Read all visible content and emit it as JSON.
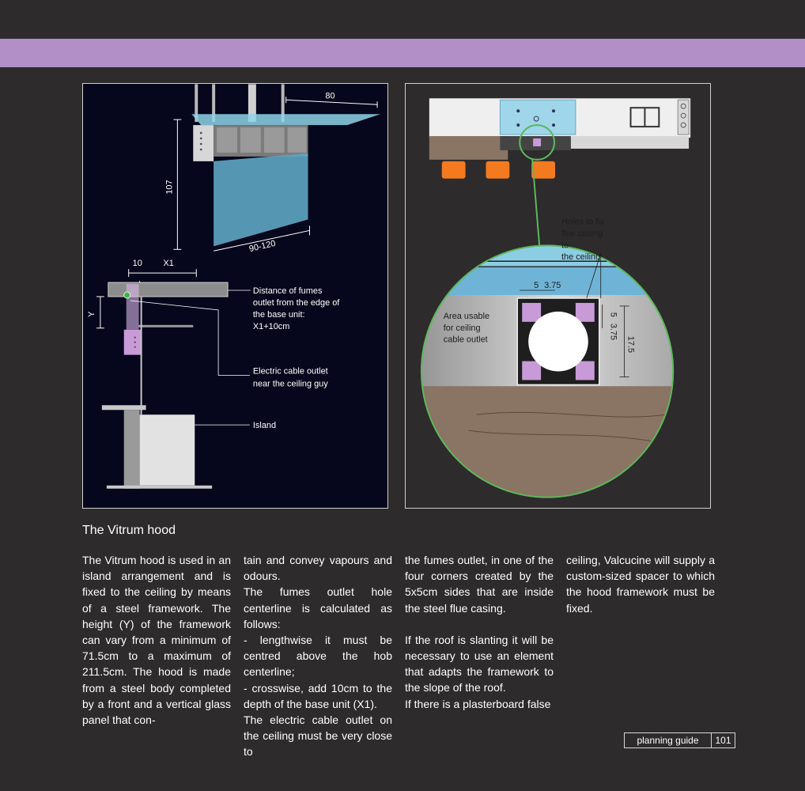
{
  "diagram_left": {
    "dim_80": "80",
    "dim_107": "107",
    "dim_90_120": "90-120",
    "dim_10": "10",
    "dim_x1": "X1",
    "dim_y": "Y",
    "label_fumes": [
      "Distance of fumes",
      "outlet from the edge of",
      "the base unit:",
      "X1+10cm"
    ],
    "label_cable": [
      "Electric cable outlet",
      "near the ceiling guy"
    ],
    "label_island": "Island"
  },
  "diagram_right": {
    "label_holes": [
      "Holes to fix",
      "flue casing",
      "to",
      "the ceiling"
    ],
    "label_area": [
      "Area usable",
      "for ceiling",
      "cable outlet"
    ],
    "dim_5": "5",
    "dim_375": "3.75",
    "dim_175": "17.5"
  },
  "article": {
    "title": "The Vitrum hood",
    "col1": "The Vitrum hood is used in an island arrangement and is fixed to the ceiling by means of a steel framework. The height (Y) of the framework can vary from a minimum of 71.5cm to a maximum of 211.5cm. The hood is made from a steel body completed by a front and a vertical glass panel  that con-",
    "col2": [
      "tain and convey vapours and odours.",
      "The fumes outlet hole centerline is calculated as follows:",
      "- lengthwise it must be centred above the hob centerline;",
      "- crosswise, add 10cm to the depth of the base unit (X1).",
      "The electric cable outlet on the ceiling must be very close to"
    ],
    "col3a": "the fumes outlet, in one of the four corners created by the 5x5cm sides that are inside the steel flue casing.",
    "col3b": "If the roof is slanting it will be necessary to use an element that adapts the framework to the slope of the roof.",
    "col3c": "If there is a plasterboard false",
    "col4": "ceiling,  Valcucine will supply a custom-sized spacer to which the hood framework must be fixed."
  },
  "footer": {
    "label": "planning guide",
    "page": "101"
  }
}
